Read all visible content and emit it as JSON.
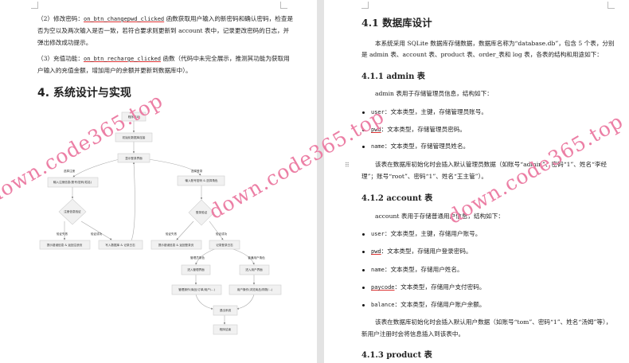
{
  "left_page": {
    "p1_lines": [
      "（2）修改密码：",
      "on_btn_changepwd_clicked",
      " 函数获取用户输入的新密码和确认密码，检查是",
      "否为空以及两次输入是否一致，若符合要求则更新到 account 表中，记录更改密码的日志，并",
      "弹出修改成功提示。"
    ],
    "p2_lines": [
      "（3）充值功能：",
      "on_btn_recharge_clicked",
      " 函数（代码中未完全展示，推测其功能为获取用",
      "户输入的充值金额，增加用户的余额并更新到数据库中）。"
    ],
    "heading": "4.  系统设计与实现",
    "flowchart": {
      "nodes": {
        "start": "程序启动",
        "init_db": "初始化数据库连接",
        "show_login": "显示登录界面",
        "reg_input": "输入注册信息(账号/密码/姓名)",
        "reg_verify": "注册信息验证",
        "reg_fail": "提示错误信息 & 返回注册页",
        "reg_write": "写入数据库 & 记录日志",
        "login_input": "输入账号密码 & 选择角色",
        "login_verify": "登录验证",
        "login_fail": "提示错误信息 & 返回登录页",
        "login_log": "记录登录日志",
        "admin_ui": "进入管理界面",
        "user_ui": "进入用户界面",
        "admin_ops": "管理操作(商品/订单/用户/...)",
        "user_ops": "用户操作(浏览商品/购物/...)",
        "exit": "退出系统",
        "end": "程序结束"
      },
      "edge_labels": {
        "choose_register": "选择注册",
        "choose_login": "选择登录",
        "reg_fail": "验证失败",
        "reg_ok": "验证成功",
        "login_fail": "验证失败",
        "login_ok": "验证成功",
        "admin_role": "管理员角色",
        "user_role": "普通用户角色"
      }
    }
  },
  "right_page": {
    "h41": "4.1  数据库设计",
    "intro": [
      "本系统采用 SQLite 数据库存储数据，数据库名称为“database.db”，包含 5 个表，分别",
      "是 admin 表、account 表、product 表、order_表和 log 表，各表的结构和用途如下："
    ],
    "h411": "4.1.1 admin 表",
    "admin_intro": "admin 表用于存储管理员信息，结构如下：",
    "admin_fields": [
      {
        "name": "user",
        "desc": "：文本类型，主键，存储管理员账号。"
      },
      {
        "name": "pwd",
        "desc": "：文本类型，存储管理员密码。"
      },
      {
        "name": "name",
        "desc": "：文本类型，存储管理员姓名。"
      }
    ],
    "admin_note": [
      "该表在数据库初始化时会插入默认管理员数据（如账号“admin”、密码“1”、姓名“李经",
      "理”；账号“root”、密码“1”、姓名“王主管”）。"
    ],
    "h412": "4.1.2 account 表",
    "account_intro": "account 表用于存储普通用户信息，结构如下：",
    "account_fields": [
      {
        "name": "user",
        "desc": "：文本类型，主键，存储用户账号。"
      },
      {
        "name": "pwd",
        "desc": "：文本类型，存储用户登录密码。"
      },
      {
        "name": "name",
        "desc": "：文本类型，存储用户姓名。"
      },
      {
        "name": "paycode",
        "desc": "：文本类型，存储用户支付密码。"
      },
      {
        "name": "balance",
        "desc": "：文本类型，存储用户账户余额。"
      }
    ],
    "account_note": [
      "该表在数据库初始化时会插入默认用户数据（如账号“tom”、密码“1”、姓名“汤姆”等），",
      "新用户注册时会将信息插入到该表中。"
    ],
    "h413": "4.1.3 product 表"
  },
  "watermark": "down.code365.top",
  "colors": {
    "watermark": "#ec7fa5",
    "gutter": "#e3e3e3"
  }
}
